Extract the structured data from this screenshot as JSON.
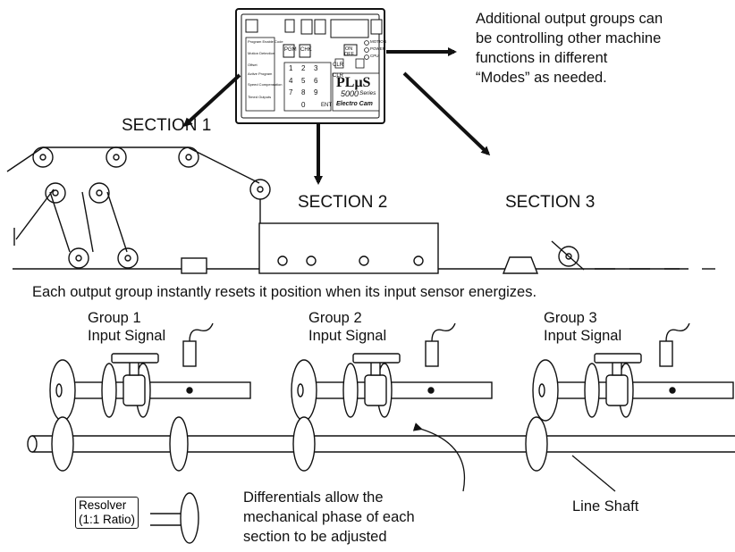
{
  "sections": [
    "SECTION 1",
    "SECTION 2",
    "SECTION 3"
  ],
  "additional_note": [
    "Additional output groups can",
    "be controlling other machine",
    "functions in different",
    "“Modes” as needed."
  ],
  "reset_caption": "Each output group instantly resets  it position when its input sensor energizes.",
  "groups": [
    {
      "name": "Group 1",
      "signal": "Input Signal"
    },
    {
      "name": "Group 2",
      "signal": "Input Signal"
    },
    {
      "name": "Group 3",
      "signal": "Input Signal"
    }
  ],
  "resolver": [
    "Resolver",
    "(1:1 Ratio)"
  ],
  "line_shaft": "Line Shaft",
  "differentials_note": [
    "Differentials allow the",
    "mechanical phase of each",
    "section to be adjusted"
  ],
  "controller": {
    "brand": "PLμS",
    "series": "5000",
    "series_suffix": "Series",
    "maker": "Electro Cam",
    "keypad": [
      "1",
      "2",
      "3",
      "4",
      "5",
      "6",
      "7",
      "8",
      "9",
      "0"
    ],
    "key_clr": "CLR",
    "key_clr2": "CLR",
    "key_ent": "ENT",
    "key_on": "ON",
    "key_off": "OFF",
    "key_prg": "PGM",
    "key_chk": "CHK",
    "status": [
      "MOTION",
      "POWER",
      "CPU"
    ],
    "menu": [
      "Program Enable Code",
      "Motion Detection",
      "Offset",
      "Active Program",
      "Speed Compensation",
      "Timed Outputs"
    ]
  }
}
